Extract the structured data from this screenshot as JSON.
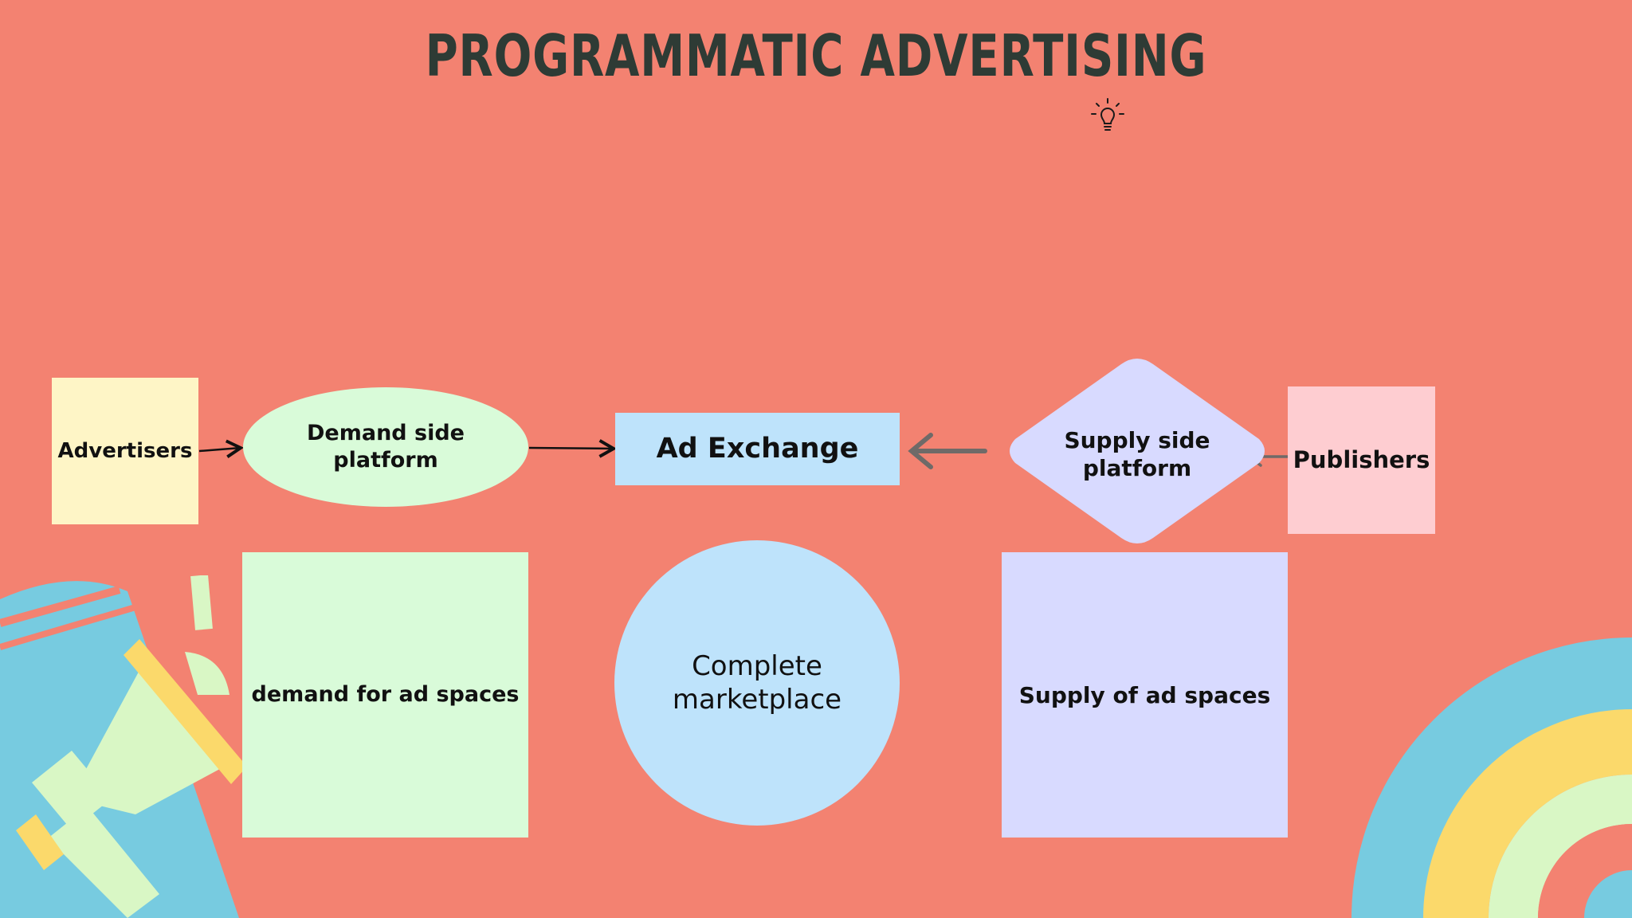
{
  "title": "PROGRAMMATIC ADVERTISING",
  "nodes": {
    "advertisers": "Advertisers",
    "dsp": "Demand side platform",
    "exchange": "Ad Exchange",
    "ssp": "Supply side platform",
    "publishers": "Publishers",
    "demand": "demand for ad spaces",
    "market": "Complete marketplace",
    "supply": "Supply of ad spaces"
  },
  "icons": [
    "lightbulb-icon",
    "megaphone-icon",
    "rainbow-icon"
  ],
  "colors": {
    "background": "#f38271",
    "title": "#2e3b35",
    "advertisers": "#fef5c6",
    "demand": "#d9fbd9",
    "exchange": "#bee3fb",
    "supply": "#d8daff",
    "publishers": "#fecdd1"
  }
}
